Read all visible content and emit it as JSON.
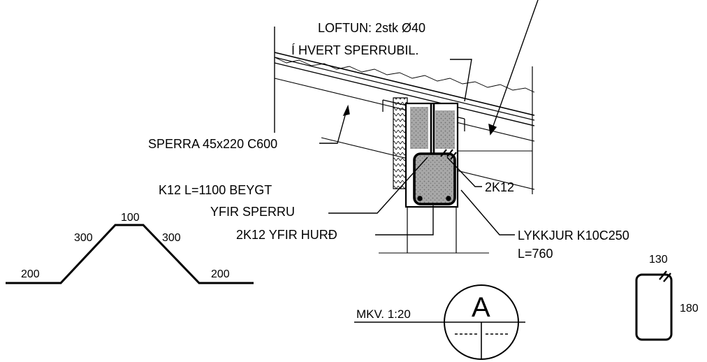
{
  "colors": {
    "ink": "#000000",
    "paper": "#ffffff",
    "concrete": "#9a9a9a"
  },
  "labels": {
    "loftun_line1": "LOFTUN: 2stk Ø40",
    "loftun_line2": "Í HVERT SPERRUBIL.",
    "sperra": "SPERRA 45x220 C600",
    "k12_line1": "K12 L=1100 BEYGT",
    "k12_line2": "YFIR SPERRU",
    "two_k12": "2K12",
    "two_k12_hurd": "2K12 YFIR HURÐ",
    "lykkjur_line1": "LYKKJUR K10C250",
    "lykkjur_line2": "L=760"
  },
  "bent_bar_dims": {
    "left_flat": "200",
    "left_slope": "300",
    "top": "100",
    "right_slope": "300",
    "right_flat": "200"
  },
  "stirrup_dims": {
    "width": "130",
    "height": "180"
  },
  "section": {
    "scale": "MKV. 1:20",
    "mark": "A"
  }
}
